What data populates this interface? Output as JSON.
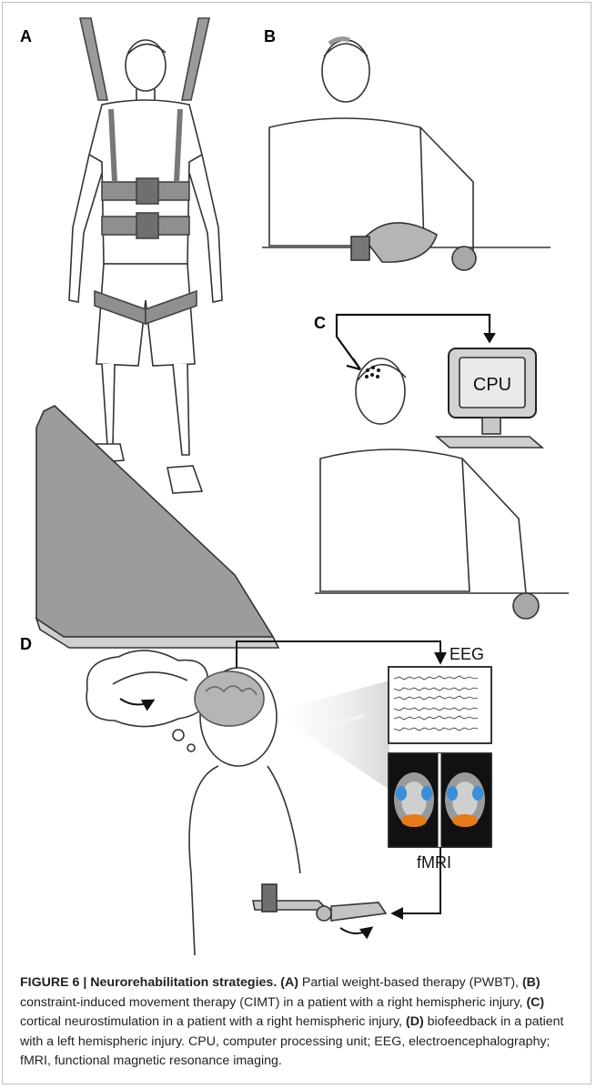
{
  "panels": {
    "a": "A",
    "b": "B",
    "c": "C",
    "d": "D"
  },
  "labels": {
    "cpu": "CPU",
    "eeg": "EEG",
    "fmri": "fMRI"
  },
  "caption": {
    "figure_label": "FIGURE 6 | Neurorehabilitation strategies.",
    "a_tag": "(A)",
    "a_text": " Partial weight-based therapy (PWBT), ",
    "b_tag": "(B)",
    "b_text": " constraint-induced movement therapy (CIMT) in a patient with a right hemispheric injury, ",
    "c_tag": "(C)",
    "c_text": " cortical neurostimulation in a patient with a right hemispheric injury, ",
    "d_tag": "(D)",
    "d_text": " biofeedback in a patient with a left hemispheric injury. CPU, computer processing unit; EEG, electroencephalography; fMRI, functional magnetic resonance imaging."
  }
}
